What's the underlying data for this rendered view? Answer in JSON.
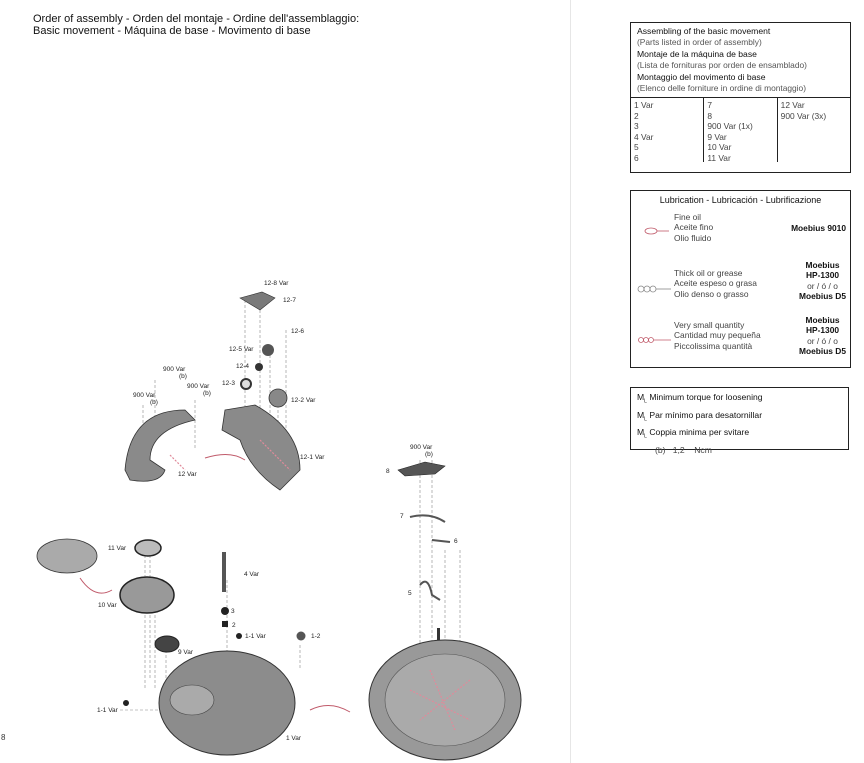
{
  "header": {
    "line1": "Order of assembly - Orden del montaje - Ordine dell'assemblaggio:",
    "line2": "Basic movement - Máquina de base - Movimento di base"
  },
  "assembly_box": {
    "h1": "Assembling of the basic movement",
    "s1": "(Parts listed in order of assembly)",
    "h2": "Montaje de la máquina de base",
    "s2": "(Lista de fornituras por orden de ensamblado)",
    "h3": "Montaggio del movimento di base",
    "s3": "(Elenco delle forniture in ordine di montaggio)",
    "col1": "1 Var\n2\n3\n4 Var\n5\n6",
    "col2": "7\n8\n900 Var (1x)\n9 Var\n10 Var\n11 Var",
    "col3": "12 Var\n900 Var (3x)"
  },
  "lubrication": {
    "title": "Lubrication - Lubricación - Lubrificazione",
    "rows": [
      {
        "l1": "Fine oil",
        "l2": "Aceite fino",
        "l3": "Olio fluido",
        "p1": "Moebius 9010"
      },
      {
        "l1": "Thick oil or grease",
        "l2": "Aceite espeso o grasa",
        "l3": "Olio denso o grasso",
        "p1": "Moebius",
        "p2": "HP-1300",
        "or": "or / ó / o",
        "p3": "Moebius D5"
      },
      {
        "l1": "Very small quantity",
        "l2": "Cantidad muy pequeña",
        "l3": "Piccolissima quantità",
        "p1": "Moebius",
        "p2": "HP-1300",
        "or": "or / ó / o",
        "p3": "Moebius D5"
      }
    ],
    "colors": {
      "fine": "#c05a6a",
      "thick": "#888888",
      "small": "#c05a6a"
    }
  },
  "torque": {
    "l1": "Minimum torque for loosening",
    "l2": "Par mínimo para desatornillar",
    "l3": "Coppia minima per svitare",
    "symbol": "M",
    "sub": "L",
    "code": "(b)",
    "value": "1,2",
    "unit": "Ncm"
  },
  "labels": {
    "p12_8": "12-8 Var",
    "p12_7": "12-7",
    "p12_6": "12-6",
    "p12_5": "12-5 Var",
    "p12_4": "12-4",
    "p12_3": "12-3",
    "p12_2": "12-2 Var",
    "p12_1": "12-1 Var",
    "v900": "900 Var",
    "b": "(b)",
    "p12": "12 Var",
    "p11": "11 Var",
    "p10": "10 Var",
    "p4": "4 Var",
    "p3": "3",
    "p2": "2",
    "p1_1": "1-1 Var",
    "p1_2": "1-2",
    "p9": "9 Var",
    "p1": "1 Var",
    "p8": "8",
    "p7": "7",
    "p6": "6",
    "p5": "5"
  },
  "page_number": "8"
}
